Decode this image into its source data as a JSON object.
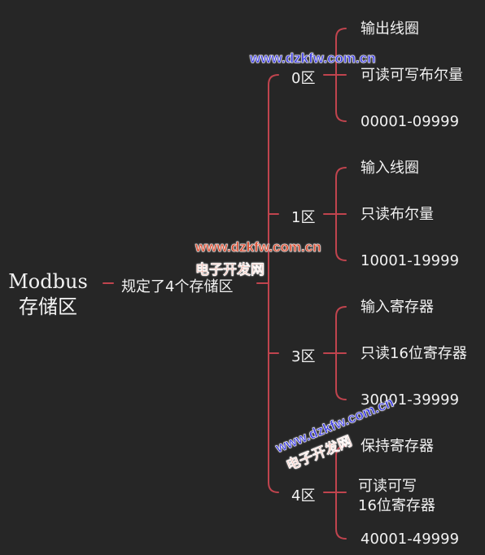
{
  "root": {
    "line1": "Modbus",
    "line2": "存储区"
  },
  "middle": {
    "label": "规定了4个存储区"
  },
  "zones": [
    {
      "label": "0区",
      "items": [
        "输出线圈",
        "可读可写布尔量",
        "00001-09999"
      ]
    },
    {
      "label": "1区",
      "items": [
        "输入线圈",
        "只读布尔量",
        "10001-19999"
      ]
    },
    {
      "label": "3区",
      "items": [
        "输入寄存器",
        "只读16位寄存器",
        "30001-39999"
      ]
    },
    {
      "label": "4区",
      "items": [
        "保持寄存器",
        "可读可写\n16位寄存器",
        "40001-49999"
      ]
    }
  ],
  "watermarks": [
    {
      "url": "www.dzkfw.com.cn",
      "cn": ""
    },
    {
      "url": "www.dzkfw.com.cn",
      "cn": "电子开发网"
    },
    {
      "url": "www.dzkfw.com.cn",
      "cn": "电子开发网"
    }
  ],
  "colors": {
    "line": "#c0444e",
    "background": "#262626",
    "text": "#f2f2f2"
  }
}
